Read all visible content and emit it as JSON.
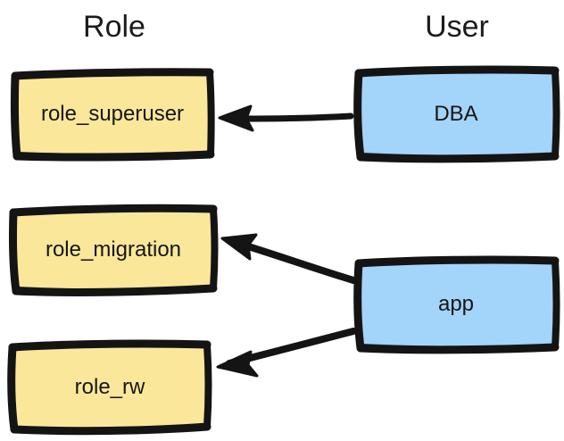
{
  "diagram": {
    "title_columns": {
      "role": "Role",
      "user": "User"
    },
    "palette": {
      "role_fill": "#FAE79A",
      "user_fill": "#A3D4FA",
      "stroke": "#141414",
      "text": "#161616",
      "background": "#FFFFFF"
    },
    "roles": [
      {
        "id": "role-superuser",
        "label": "role_superuser"
      },
      {
        "id": "role-migration",
        "label": "role_migration"
      },
      {
        "id": "role-rw",
        "label": "role_rw"
      }
    ],
    "users": [
      {
        "id": "user-dba",
        "label": "DBA"
      },
      {
        "id": "user-app",
        "label": "app"
      }
    ],
    "edges": [
      {
        "id": "edge-dba-superuser",
        "from": "DBA",
        "to": "role_superuser",
        "direction": "left"
      },
      {
        "id": "edge-app-migration",
        "from": "app",
        "to": "role_migration",
        "direction": "up-left"
      },
      {
        "id": "edge-app-rw",
        "from": "app",
        "to": "role_rw",
        "direction": "down-left"
      }
    ]
  }
}
